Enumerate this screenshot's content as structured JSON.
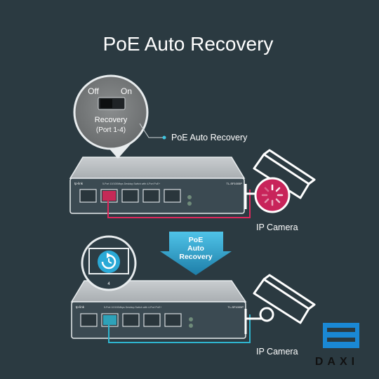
{
  "title": "PoE Auto Recovery",
  "switch_inset": {
    "off_label": "Off",
    "on_label": "On",
    "recovery_label_line1": "Recovery",
    "recovery_label_line2": "(Port 1-4)"
  },
  "callout_label": "PoE Auto Recovery",
  "top_switch": {
    "brand": "tp-link",
    "description": "5-Port 10/100Mbps Desktop Switch with 4-Port PoE+",
    "model": "TL-SF1005P"
  },
  "bottom_switch": {
    "brand": "tp-link",
    "description": "5-Port 10/100Mbps Desktop Switch with 4-Port PoE+",
    "model": "TL-SF1005P"
  },
  "port_zoom_label": "4",
  "arrow_label_line1": "PoE",
  "arrow_label_line2": "Auto",
  "arrow_label_line3": "Recovery",
  "camera_top_label": "IP Camera",
  "camera_bottom_label": "IP Camera",
  "watermark": "DAXI",
  "colors": {
    "background": "#2b3a41",
    "cable_fault": "#e0285c",
    "cable_ok": "#2fb5cf",
    "fault_circle": "#c8245a",
    "recover_icon": "#2aa9d6"
  }
}
